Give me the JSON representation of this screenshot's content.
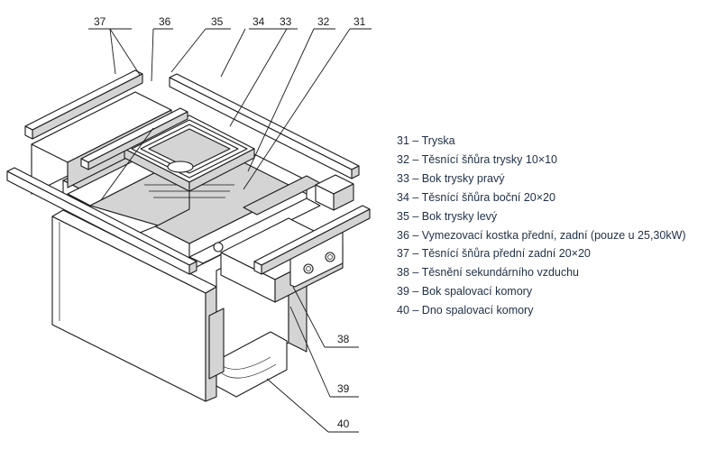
{
  "callouts": {
    "c31": "31",
    "c32": "32",
    "c33": "33",
    "c34": "34",
    "c35": "35",
    "c36": "36",
    "c37": "37",
    "c38": "38",
    "c39": "39",
    "c40": "40"
  },
  "legend": [
    "31 – Tryska",
    "32 – Těsnící šňůra trysky 10×10",
    "33 – Bok trysky pravý",
    "34 – Těsnící šňůra boční 20×20",
    "35 – Bok trysky levý",
    "36 – Vymezovací kostka přední, zadní (pouze u 25,30kW)",
    "37 – Těsnící šňůra přední zadní 20×20",
    "38 – Těsnění sekundárního vzduchu",
    "39 – Bok spalovací komory",
    "40 – Dno spalovací komory"
  ],
  "colors": {
    "line": "#1a1a1a",
    "legend_text": "#1f2f46",
    "shade_light": "#d4d4d4",
    "shade_dark": "#9a9a9a"
  }
}
